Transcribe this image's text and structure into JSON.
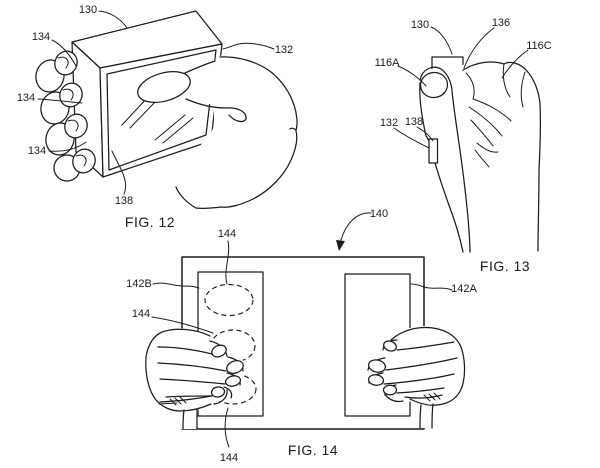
{
  "sheet": {
    "ink_color": "#1c1c1c",
    "paper_color": "#ffffff"
  },
  "figures": {
    "fig12": {
      "caption": "FIG. 12",
      "labels": {
        "l130": "130",
        "l134a": "134",
        "l134b": "134",
        "l134c": "134",
        "l132": "132",
        "l138": "138"
      }
    },
    "fig13": {
      "caption": "FIG. 13",
      "labels": {
        "l130": "130",
        "l136": "136",
        "l116c": "116C",
        "l116a": "116A",
        "l132": "132",
        "l138": "138"
      }
    },
    "fig14": {
      "caption": "FIG. 14",
      "labels": {
        "l140": "140",
        "l142b": "142B",
        "l142a": "142A",
        "l144top": "144",
        "l144left": "144",
        "l144bottom": "144"
      }
    }
  }
}
